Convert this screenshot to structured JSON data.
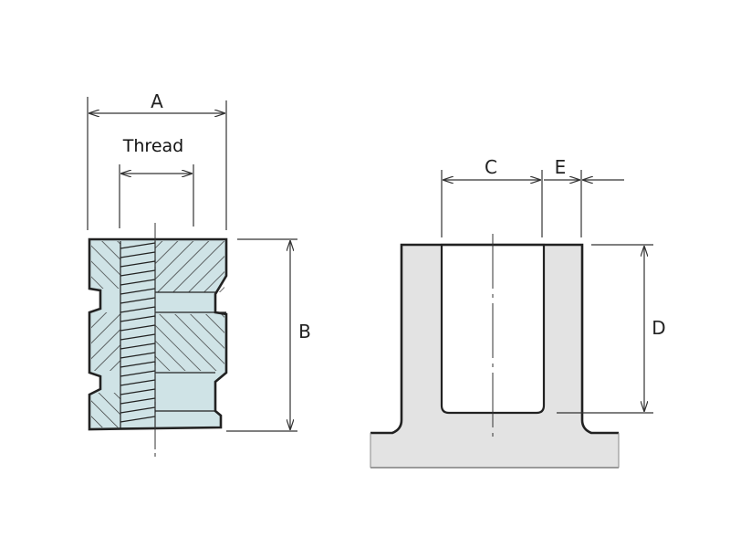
{
  "labels": {
    "a": "A",
    "thread": "Thread",
    "b": "B",
    "c": "C",
    "e": "E",
    "d": "D"
  },
  "colors": {
    "insert_fill": "#cfe3e6",
    "boss_fill": "#e3e3e3",
    "line": "#222222"
  }
}
